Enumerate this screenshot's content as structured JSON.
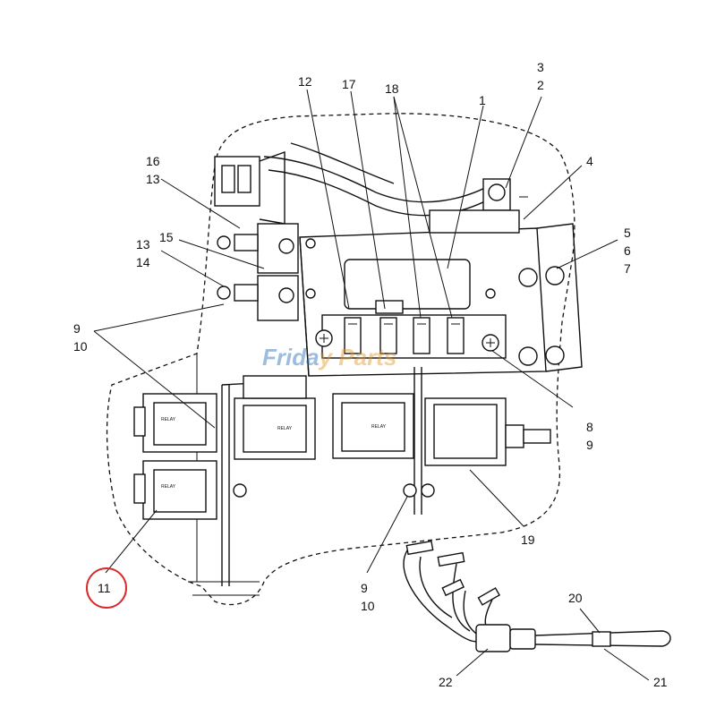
{
  "callouts": {
    "c1": "1",
    "c2": "2",
    "c3": "3",
    "c4": "4",
    "c5": "5",
    "c6": "6",
    "c7": "7",
    "c8": "8",
    "c9a": "9",
    "c9b": "9",
    "c9c": "9",
    "c10a": "10",
    "c10b": "10",
    "c11": "11",
    "c12": "12",
    "c13a": "13",
    "c13b": "13",
    "c14": "14",
    "c15": "15",
    "c16": "16",
    "c17": "17",
    "c18": "18",
    "c19": "19",
    "c20": "20",
    "c21": "21",
    "c22": "22"
  },
  "highlighted_callout": "11",
  "highlight_color": "#d92b2b",
  "watermark": {
    "part1": "Frida",
    "part2": "y Parts",
    "color": "#2a6fb8",
    "accent": "#e3962b"
  }
}
